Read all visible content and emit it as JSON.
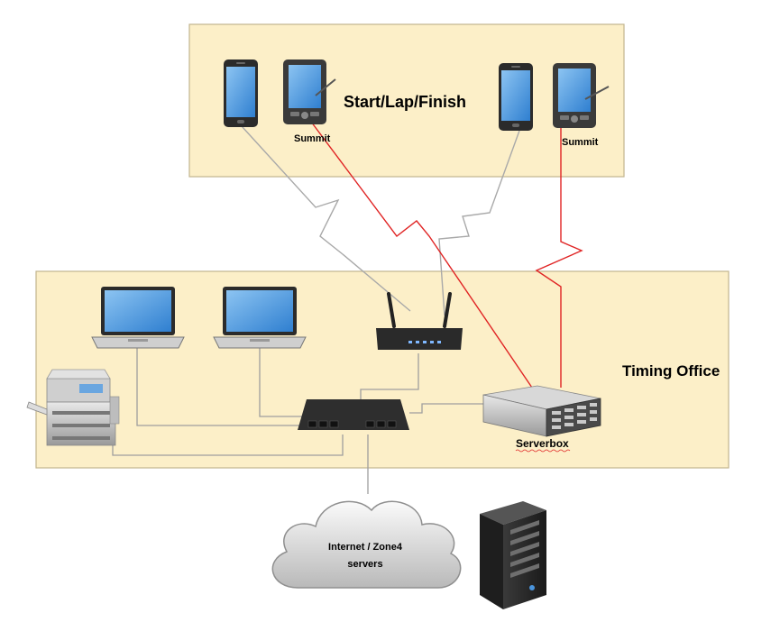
{
  "zones": {
    "start_lap_finish": {
      "label": "Start/Lap/Finish"
    },
    "timing_office": {
      "label": "Timing Office"
    }
  },
  "devices": {
    "summit_left": {
      "label": "Summit"
    },
    "summit_right": {
      "label": "Summit"
    },
    "serverbox": {
      "label": "Serverbox"
    },
    "cloud": {
      "line1": "Internet / Zone4",
      "line2": "servers"
    }
  },
  "colors": {
    "zone_fill": "#fcefc8",
    "zone_border": "#c2b58e",
    "wireless_link": "#a9a9a9",
    "summit_link": "#e02424",
    "wired_link": "#9e9e9e",
    "device_dark": "#2b2b2b",
    "screen_blue": "#4a94dc"
  },
  "icons": [
    "smartphone-icon",
    "pda-icon",
    "laptop-icon",
    "router-icon",
    "network-switch-icon",
    "rack-server-icon",
    "printer-icon",
    "cloud-icon",
    "tower-server-icon"
  ]
}
